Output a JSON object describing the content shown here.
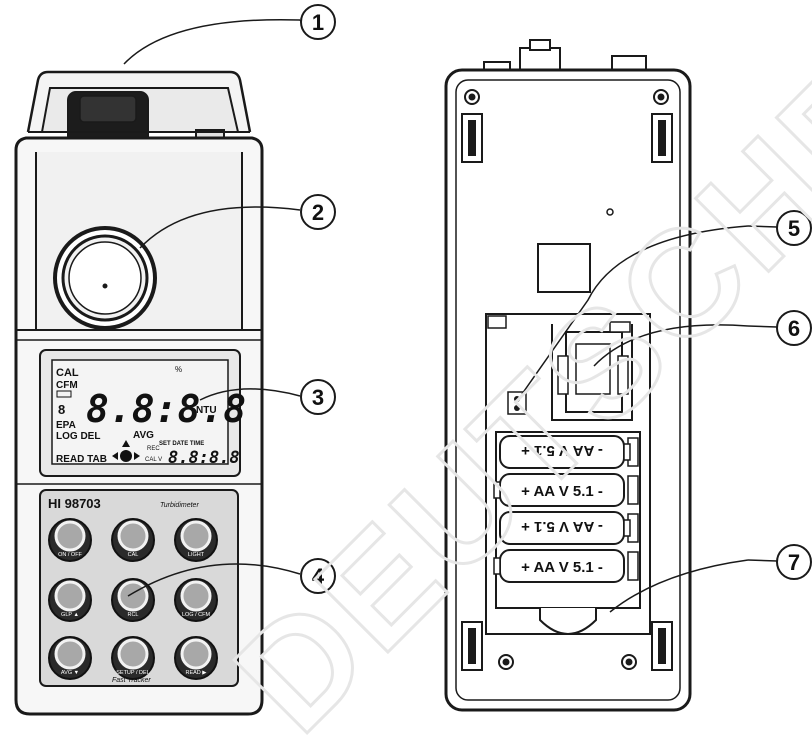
{
  "callouts": [
    {
      "id": "1",
      "text": "1"
    },
    {
      "id": "2",
      "text": "2"
    },
    {
      "id": "3",
      "text": "3"
    },
    {
      "id": "4",
      "text": "4"
    },
    {
      "id": "5",
      "text": "5"
    },
    {
      "id": "6",
      "text": "6"
    },
    {
      "id": "7",
      "text": "7"
    }
  ],
  "watermark": "DEUTSCHER",
  "lcd": {
    "cal": "CAL",
    "cfm": "CFM",
    "small_box": "",
    "digits": "8.8:8.8",
    "unit": "NTU",
    "pct": "%",
    "eight": "8",
    "epa": "EPA",
    "log_del": "LOG DEL",
    "avg": "AVG",
    "read_tab": "READ TAB",
    "rec": "REC",
    "cal_v": "CAL V",
    "set_date_time": "SET DATE TIME",
    "small_digits": "8.8:8.8"
  },
  "keypad": {
    "model": "HI 98703",
    "brand": "Turbidimeter",
    "footer": "Fast Tracker",
    "buttons": [
      "ON / OFF",
      "CAL",
      "LIGHT",
      "GLP ▲",
      "RCL",
      "LOG / CFM",
      "AVG ▼",
      "SETUP / DEL",
      "READ ▶"
    ]
  },
  "batteries": [
    {
      "text": "- AA V 5.1 +",
      "flipped": true
    },
    {
      "text": "+ AA V 5.1 -",
      "flipped": false
    },
    {
      "text": "- AA V 5.1 +",
      "flipped": true
    },
    {
      "text": "+ AA V 5.1 -",
      "flipped": false
    }
  ]
}
